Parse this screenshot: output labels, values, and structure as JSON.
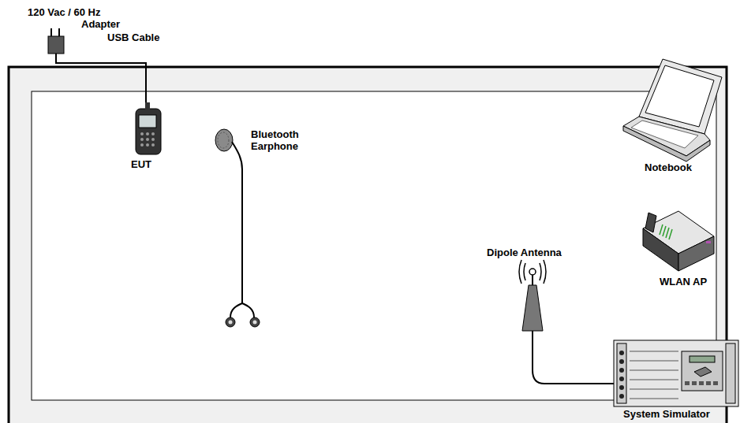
{
  "diagram": {
    "labels": [
      "120 Vac / 60 Hz",
      "Adapter",
      "USB Cable",
      "EUT",
      "Bluetooth Earphone",
      "Dipole Antenna",
      "Notebook",
      "WLAN AP",
      "System Simulator"
    ]
  }
}
